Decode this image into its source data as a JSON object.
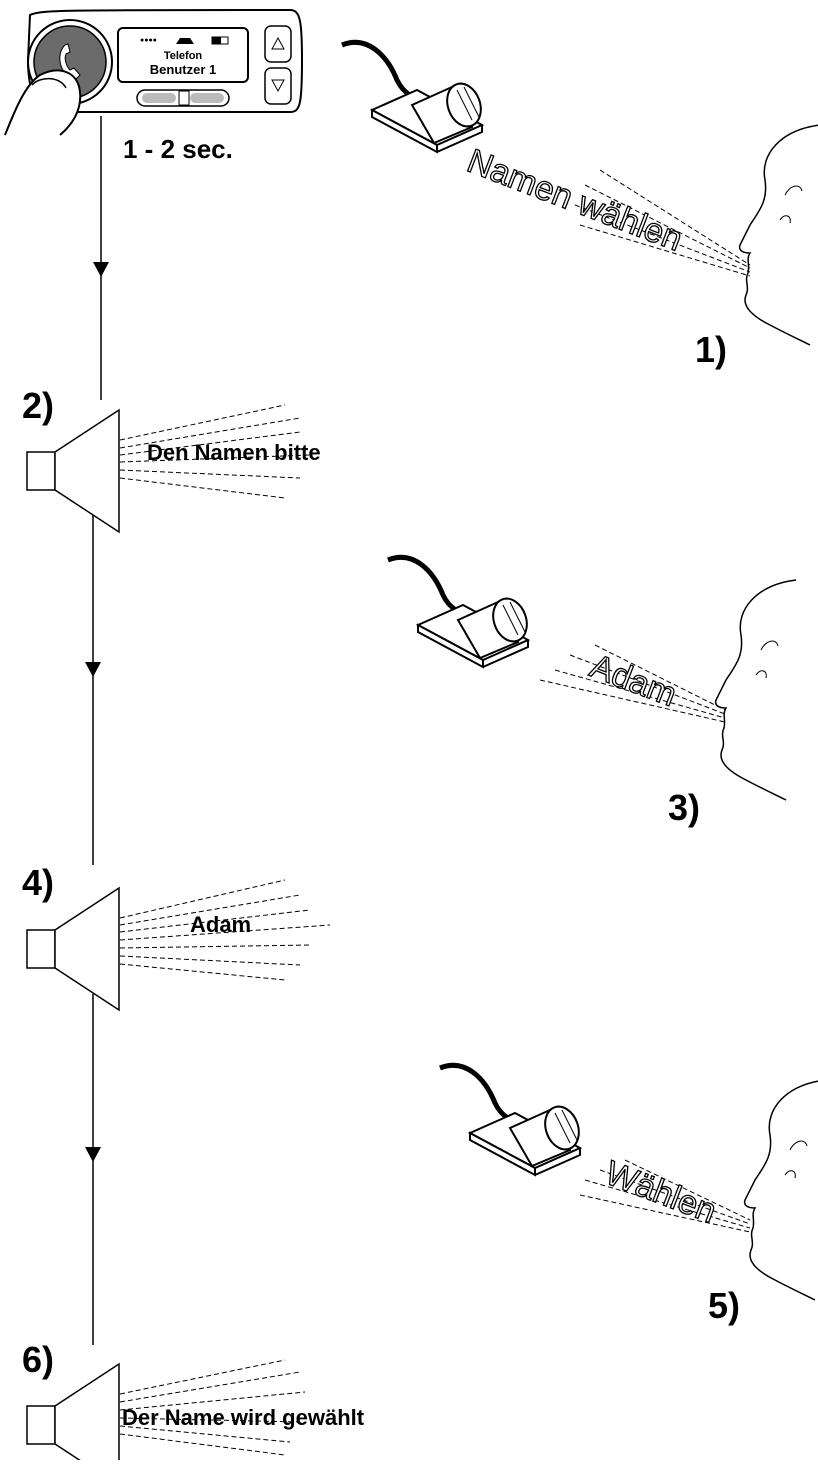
{
  "device": {
    "display_line1": "Telefon",
    "display_line2": "Benutzer 1",
    "press_duration": "1 - 2 sec."
  },
  "steps": [
    {
      "number": "1)",
      "text": "Namen wählen"
    },
    {
      "number": "2)",
      "text": "Den Namen bitte"
    },
    {
      "number": "3)",
      "text": "Adam"
    },
    {
      "number": "4)",
      "text": "Adam"
    },
    {
      "number": "5)",
      "text": "Wählen"
    },
    {
      "number": "6)",
      "text": "Der Name wird gewählt"
    }
  ]
}
